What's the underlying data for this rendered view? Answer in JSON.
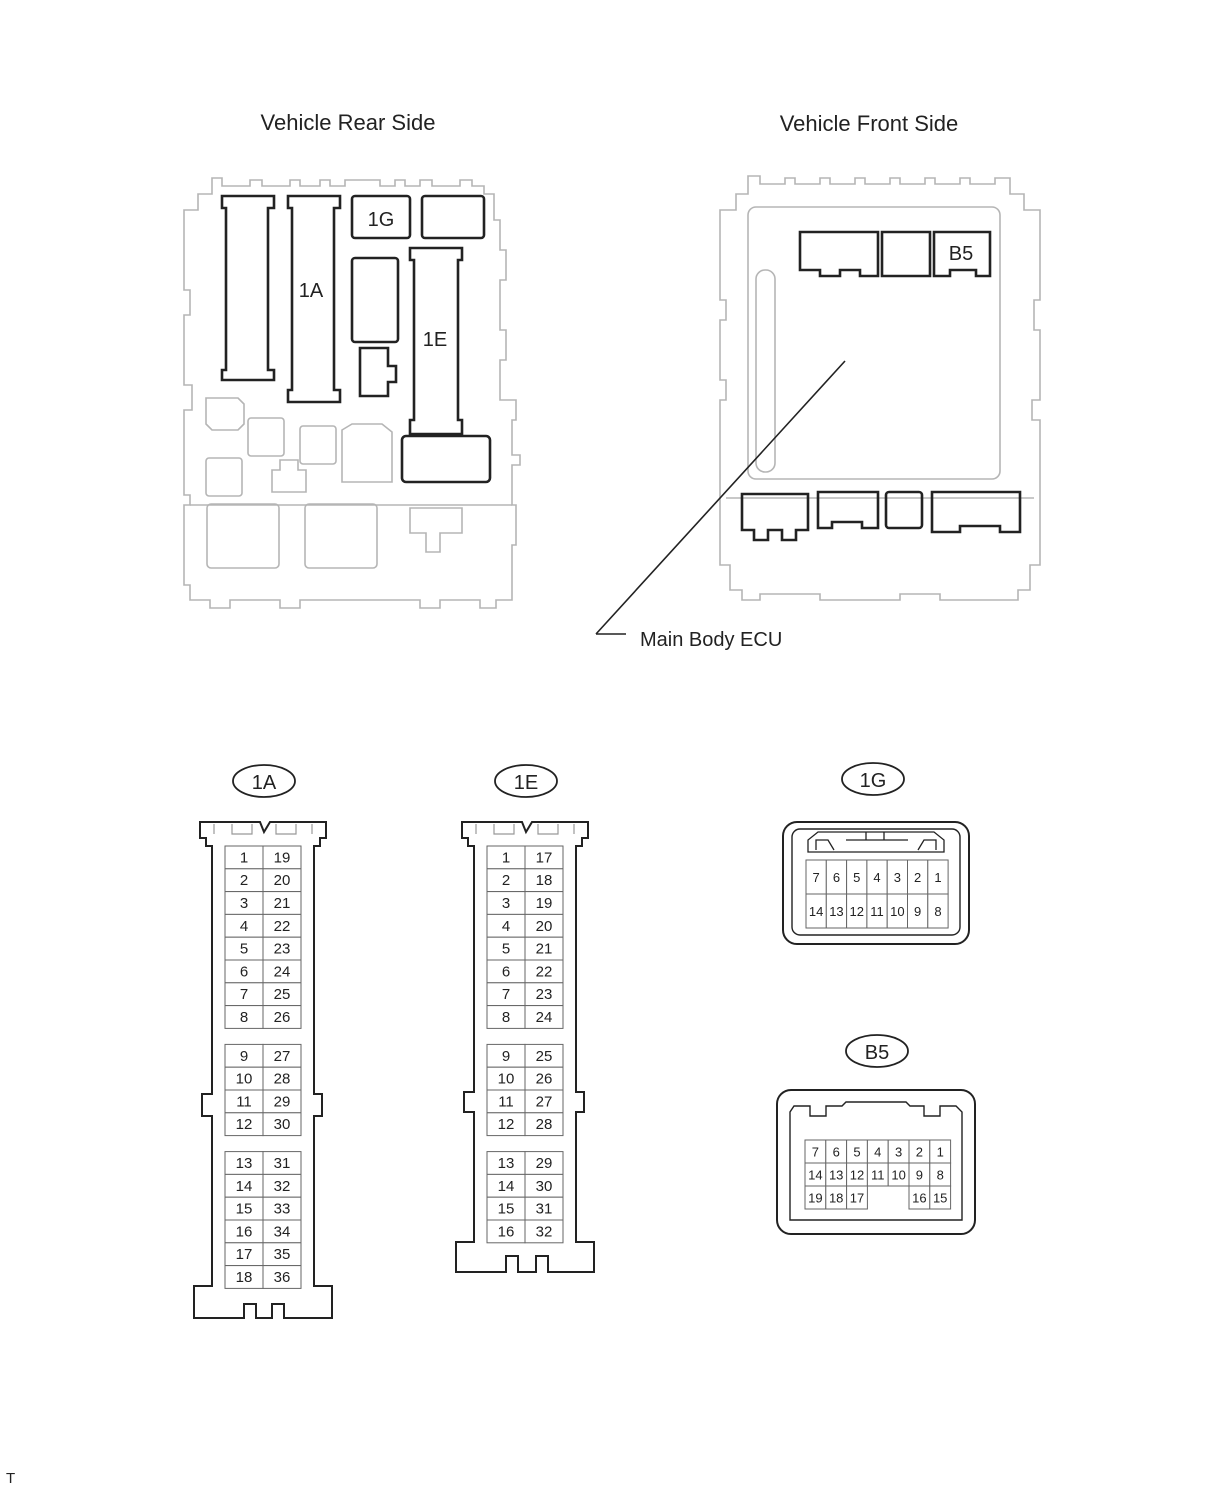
{
  "views": {
    "rear": {
      "title": "Vehicle Rear Side",
      "labels": {
        "1A": "1A",
        "1G": "1G",
        "1E": "1E"
      }
    },
    "front": {
      "title": "Vehicle Front Side",
      "labels": {
        "B5": "B5"
      }
    },
    "callout": "Main Body ECU"
  },
  "connectors": {
    "c1A": {
      "label": "1A",
      "groups": [
        [
          [
            1,
            19
          ],
          [
            2,
            20
          ],
          [
            3,
            21
          ],
          [
            4,
            22
          ],
          [
            5,
            23
          ],
          [
            6,
            24
          ],
          [
            7,
            25
          ],
          [
            8,
            26
          ]
        ],
        [
          [
            9,
            27
          ],
          [
            10,
            28
          ],
          [
            11,
            29
          ],
          [
            12,
            30
          ]
        ],
        [
          [
            13,
            31
          ],
          [
            14,
            32
          ],
          [
            15,
            33
          ],
          [
            16,
            34
          ],
          [
            17,
            35
          ],
          [
            18,
            36
          ]
        ]
      ]
    },
    "c1E": {
      "label": "1E",
      "groups": [
        [
          [
            1,
            17
          ],
          [
            2,
            18
          ],
          [
            3,
            19
          ],
          [
            4,
            20
          ],
          [
            5,
            21
          ],
          [
            6,
            22
          ],
          [
            7,
            23
          ],
          [
            8,
            24
          ]
        ],
        [
          [
            9,
            25
          ],
          [
            10,
            26
          ],
          [
            11,
            27
          ],
          [
            12,
            28
          ]
        ],
        [
          [
            13,
            29
          ],
          [
            14,
            30
          ],
          [
            15,
            31
          ],
          [
            16,
            32
          ]
        ]
      ]
    },
    "c1G": {
      "label": "1G",
      "rows": [
        [
          7,
          6,
          5,
          4,
          3,
          2,
          1
        ],
        [
          14,
          13,
          12,
          11,
          10,
          9,
          8
        ]
      ]
    },
    "cB5": {
      "label": "B5",
      "rows": [
        [
          7,
          6,
          5,
          4,
          3,
          2,
          1
        ],
        [
          14,
          13,
          12,
          11,
          10,
          9,
          8
        ],
        [
          19,
          18,
          17,
          null,
          null,
          16,
          15
        ]
      ]
    }
  },
  "footer": "T"
}
